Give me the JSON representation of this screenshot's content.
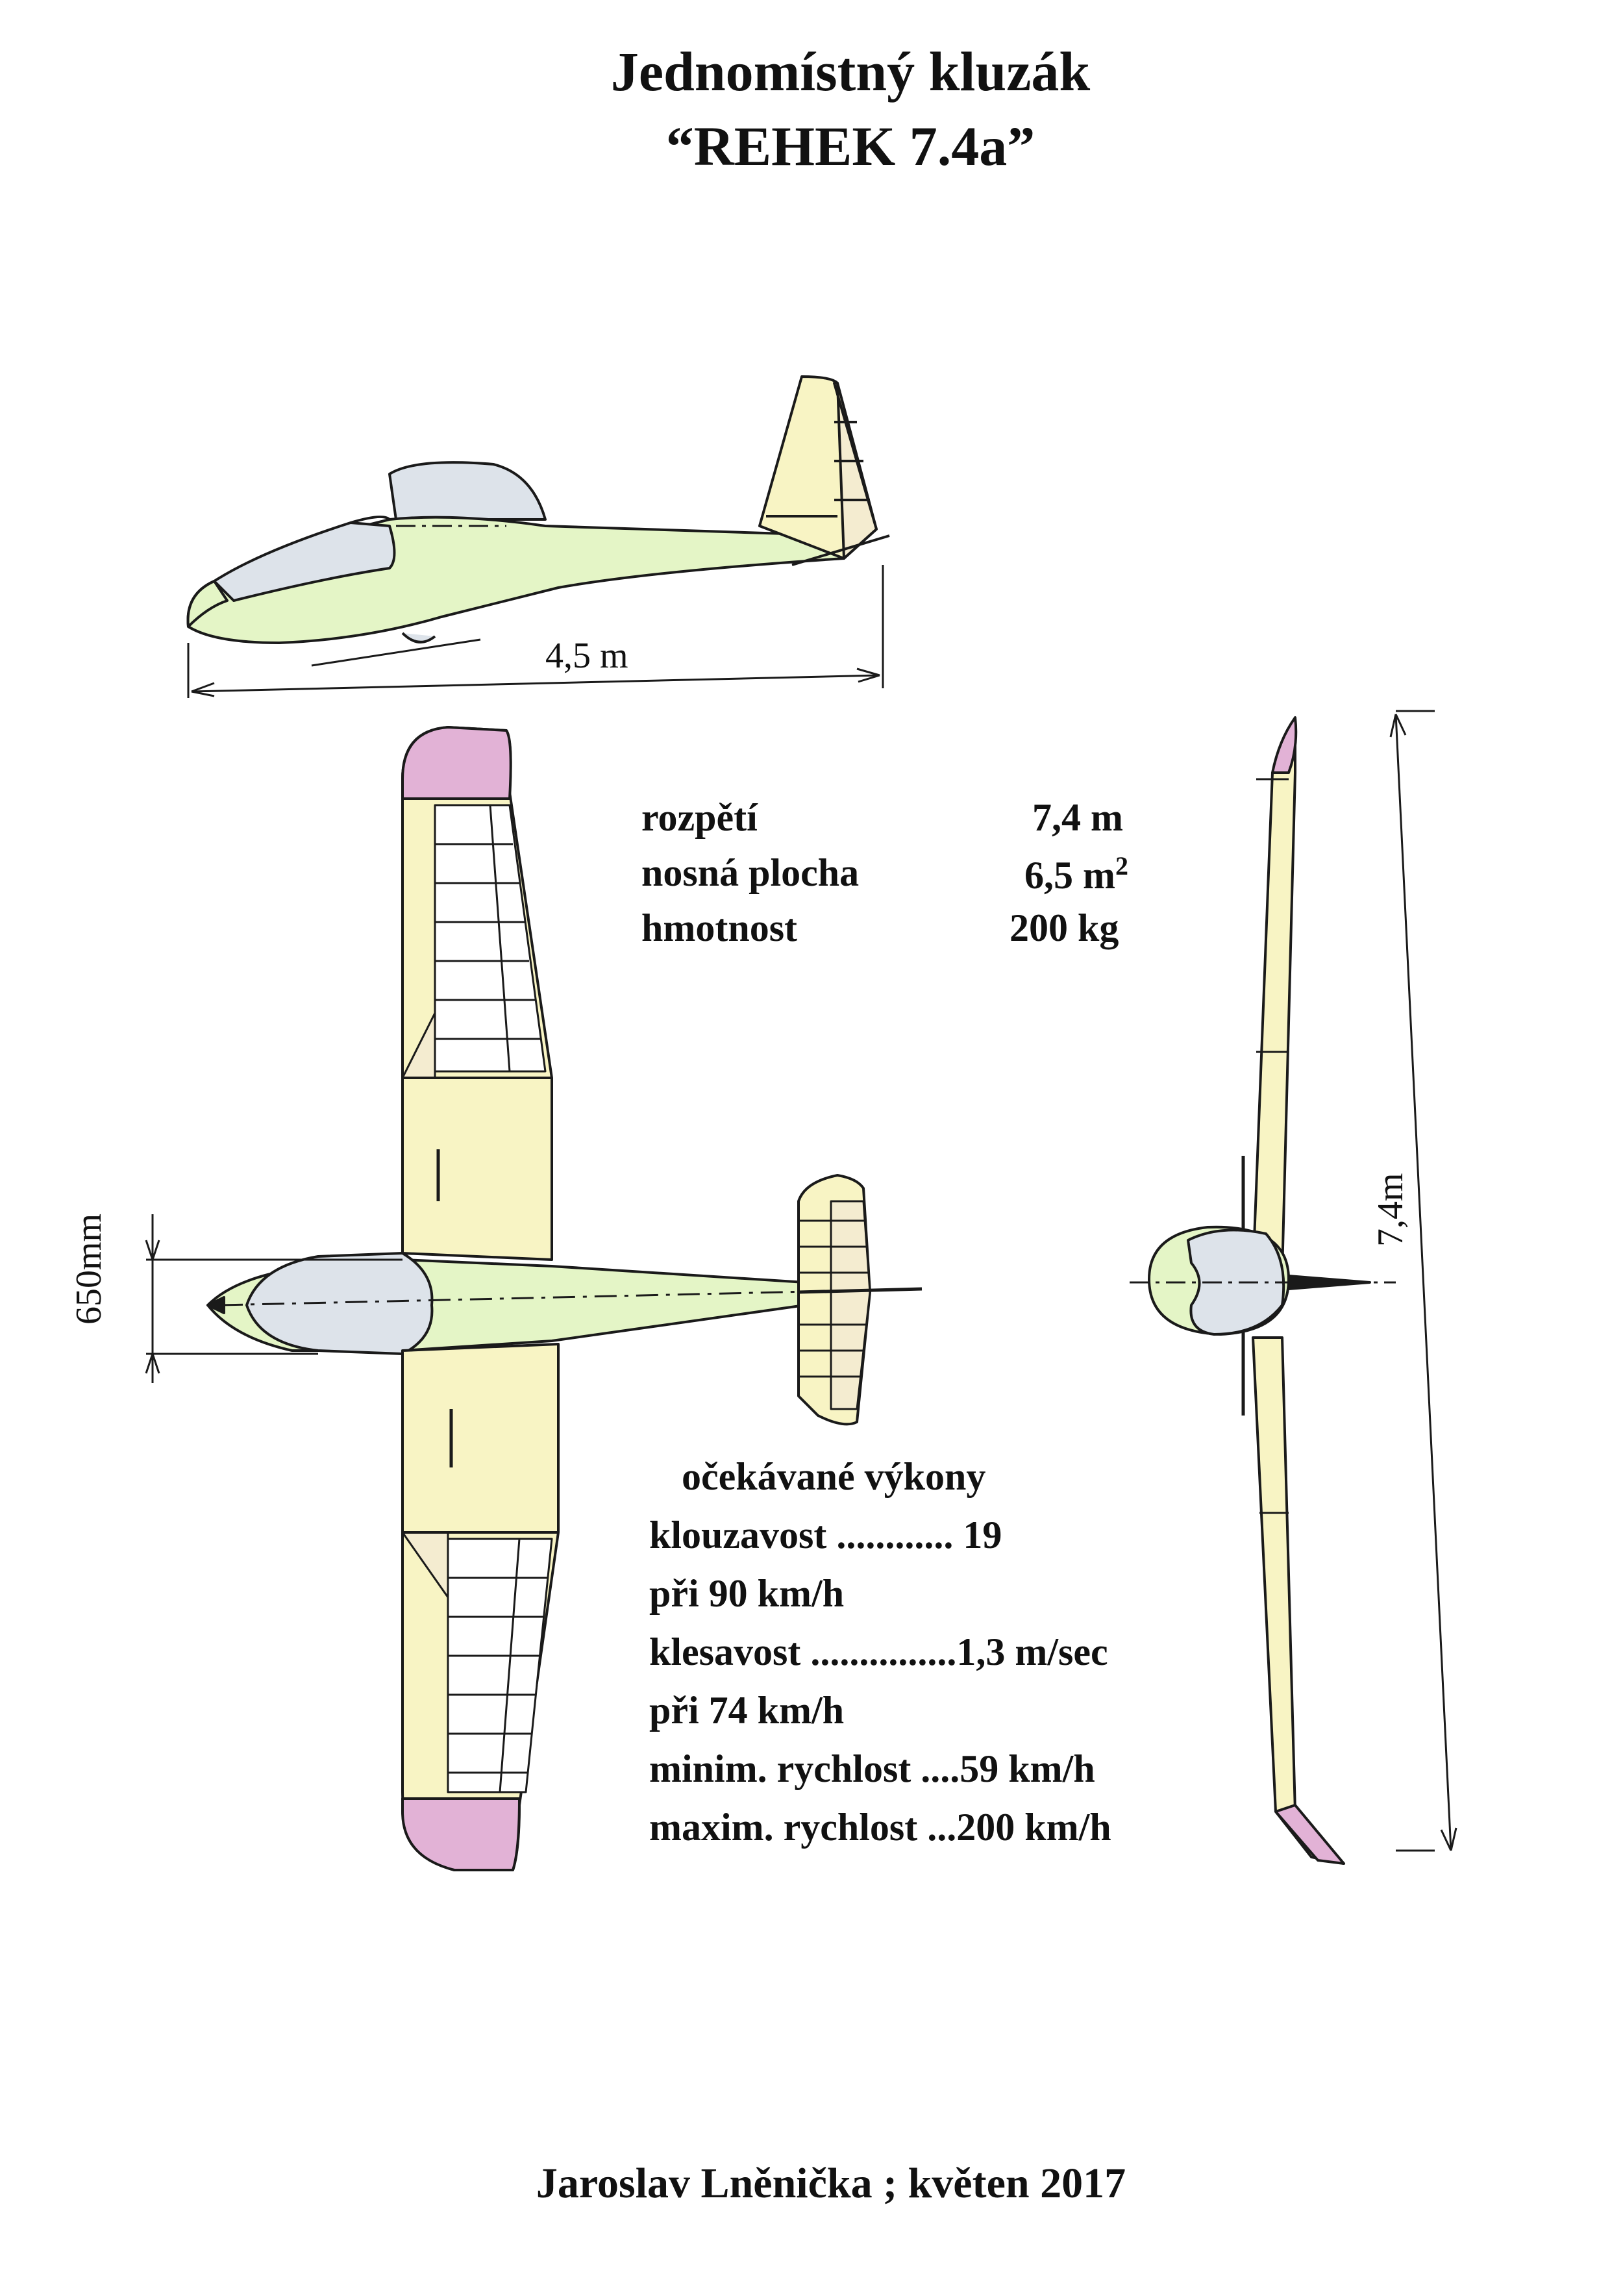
{
  "title": {
    "line1": "Jednomístný kluzák",
    "line2": "“REHEK 7.4a”"
  },
  "dimensions": {
    "length": "4,5 m",
    "height": "650mm",
    "span": "7,4m"
  },
  "specs": [
    {
      "label": "rozpětí",
      "value": "7,4 m"
    },
    {
      "label": "nosná plocha",
      "value": "6,5 m",
      "sup": "2"
    },
    {
      "label": "hmotnost",
      "value": "200 kg"
    }
  ],
  "performance": {
    "heading": "očekávané výkony",
    "lines": [
      "klouzavost ............  19",
      "při 90 km/h",
      "klesavost ...............1,3 m/sec",
      "při 74 km/h",
      "minim. rychlost ....59 km/h",
      "maxim. rychlost ...200 km/h"
    ]
  },
  "author": "Jaroslav  Lněnička ; květen  2017",
  "colors": {
    "fuselage": "#e4f5c6",
    "canopy": "#dde3ea",
    "wing_yellow": "#f8f4c4",
    "aileron": "#f4ecd0",
    "tip": "#e2b2d6",
    "outline": "#1a1a1a"
  }
}
